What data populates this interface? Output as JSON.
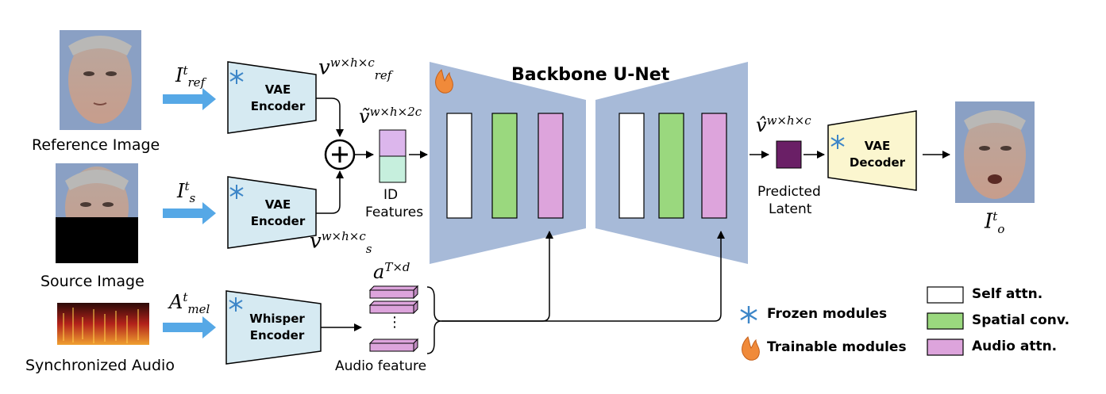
{
  "title": "Backbone U-Net",
  "labels": {
    "reference_image": "Reference Image",
    "source_image": "Source Image",
    "synchronized_audio": "Synchronized Audio",
    "id_features_line1": "ID",
    "id_features_line2": "Features",
    "audio_feature": "Audio feature",
    "predicted_latent_line1": "Predicted",
    "predicted_latent_line2": "Latent",
    "ellipsis": "⋮"
  },
  "encoders": {
    "vae_top_line1": "VAE",
    "vae_top_line2": "Encoder",
    "vae_bottom_line1": "VAE",
    "vae_bottom_line2": "Encoder",
    "whisper_line1": "Whisper",
    "whisper_line2": "Encoder",
    "vae_decoder_line1": "VAE",
    "vae_decoder_line2": "Decoder"
  },
  "math": {
    "i_ref": {
      "base": "I",
      "sup": "t",
      "sub": "ref"
    },
    "i_s": {
      "base": "I",
      "sup": "t",
      "sub": "s"
    },
    "a_mel": {
      "base": "A",
      "sup": "t",
      "sub": "mel"
    },
    "v_ref": {
      "base": "v",
      "sup": "w×h×c",
      "sub": "ref"
    },
    "v_s": {
      "base": "v",
      "sup": "w×h×c",
      "sub": "s"
    },
    "v_tilde": {
      "base": "ṽ",
      "sup": "w×h×2c"
    },
    "a_td": {
      "base": "a",
      "sup": "T×d"
    },
    "v_hat": {
      "base": "v̂",
      "sup": "w×h×c"
    },
    "i_o": {
      "base": "I",
      "sup": "t",
      "sub": "o"
    }
  },
  "legend": {
    "frozen": "Frozen modules",
    "trainable": "Trainable modules",
    "self_attn": "Self attn.",
    "spatial_conv": "Spatial conv.",
    "audio_attn": "Audio attn."
  },
  "icons": {
    "frozen": "snowflake-icon",
    "trainable": "flame-icon",
    "plus": "plus-circle-icon"
  },
  "colors": {
    "arrow_blue": "#56a8e6",
    "encoder_fill": "#d6eaf2",
    "decoder_fill": "#fbf6cf",
    "unet_fill": "#a7bad8",
    "self_attn": "#ffffff",
    "spatial_conv": "#9ad87e",
    "audio_attn": "#dda4dc",
    "latent": "#6a1f66",
    "id_top": "#dcb6ec",
    "id_bottom": "#c6efdd",
    "snowflake": "#3d86c8",
    "flame": "#f08a3a"
  }
}
